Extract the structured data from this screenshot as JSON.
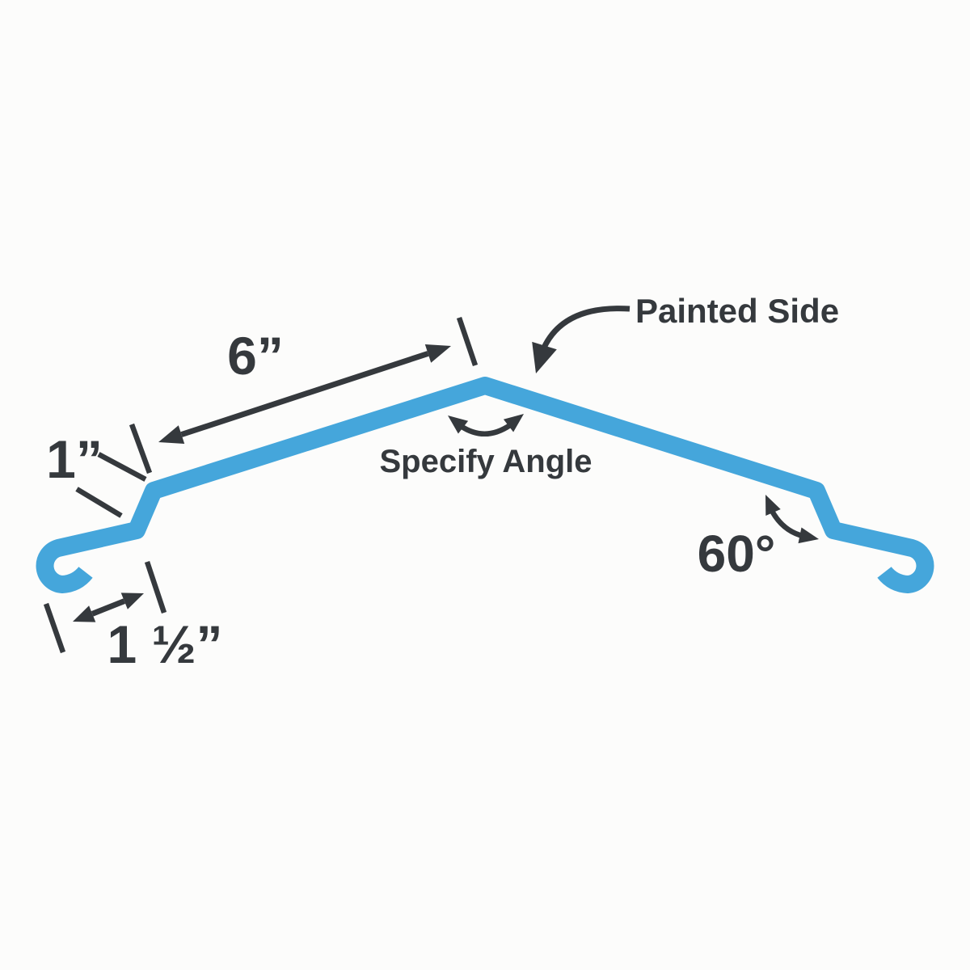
{
  "diagram": {
    "type": "ridge-cap-metal-trim-profile",
    "labels": {
      "top_width": "6”",
      "step_height": "1”",
      "hem_width": "1 ½”",
      "kick_angle": "60°",
      "peak_angle": "Specify Angle",
      "painted_side": "Painted Side"
    },
    "colors": {
      "profile_blue": "#45a6db",
      "annotation_dark": "#35393d",
      "background": "#fcfcfb"
    }
  }
}
